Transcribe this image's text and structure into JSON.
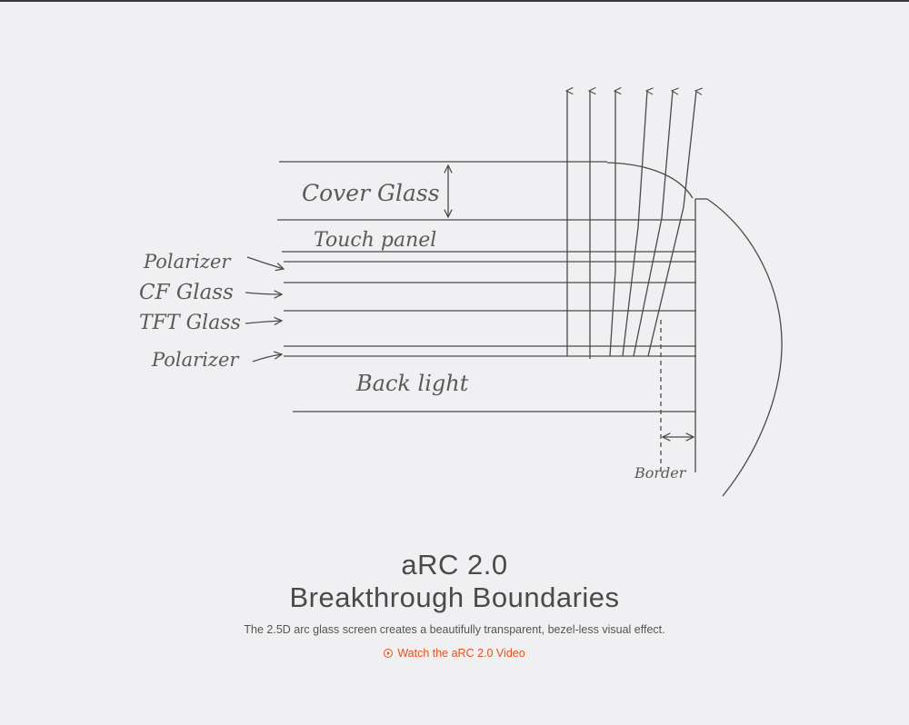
{
  "diagram": {
    "labels": {
      "cover_glass": "Cover Glass",
      "touch_panel": "Touch panel",
      "polarizer_top": "Polarizer",
      "cf_glass": "CF Glass",
      "tft_glass": "TFT Glass",
      "polarizer_bottom": "Polarizer",
      "back_light": "Back light",
      "border": "Border"
    }
  },
  "caption": {
    "title_line1": "aRC 2.0",
    "title_line2": "Breakthrough Boundaries",
    "description": "The 2.5D arc glass screen creates a beautifully transparent, bezel-less visual effect.",
    "video_link": "Watch the aRC 2.0 Video"
  },
  "colors": {
    "background": "#f0eff1",
    "line": "#4a4a4a",
    "accent": "#e2531d"
  }
}
